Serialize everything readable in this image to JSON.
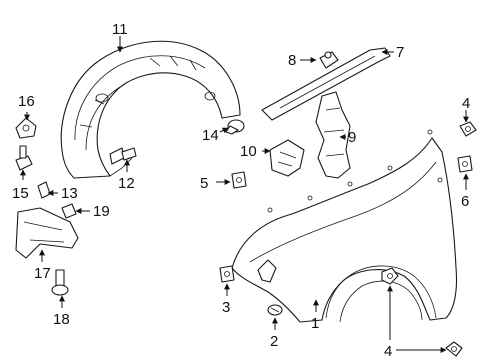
{
  "diagram": {
    "callouts": [
      {
        "id": "1",
        "text": "1"
      },
      {
        "id": "2",
        "text": "2"
      },
      {
        "id": "3",
        "text": "3"
      },
      {
        "id": "4a",
        "text": "4"
      },
      {
        "id": "4b",
        "text": "4"
      },
      {
        "id": "4c",
        "text": "4"
      },
      {
        "id": "5",
        "text": "5"
      },
      {
        "id": "6",
        "text": "6"
      },
      {
        "id": "7",
        "text": "7"
      },
      {
        "id": "8",
        "text": "8"
      },
      {
        "id": "9",
        "text": "9"
      },
      {
        "id": "10",
        "text": "10"
      },
      {
        "id": "11",
        "text": "11"
      },
      {
        "id": "12",
        "text": "12"
      },
      {
        "id": "13",
        "text": "13"
      },
      {
        "id": "14",
        "text": "14"
      },
      {
        "id": "15",
        "text": "15"
      },
      {
        "id": "16",
        "text": "16"
      },
      {
        "id": "17",
        "text": "17"
      },
      {
        "id": "18",
        "text": "18"
      },
      {
        "id": "19",
        "text": "19"
      }
    ]
  }
}
